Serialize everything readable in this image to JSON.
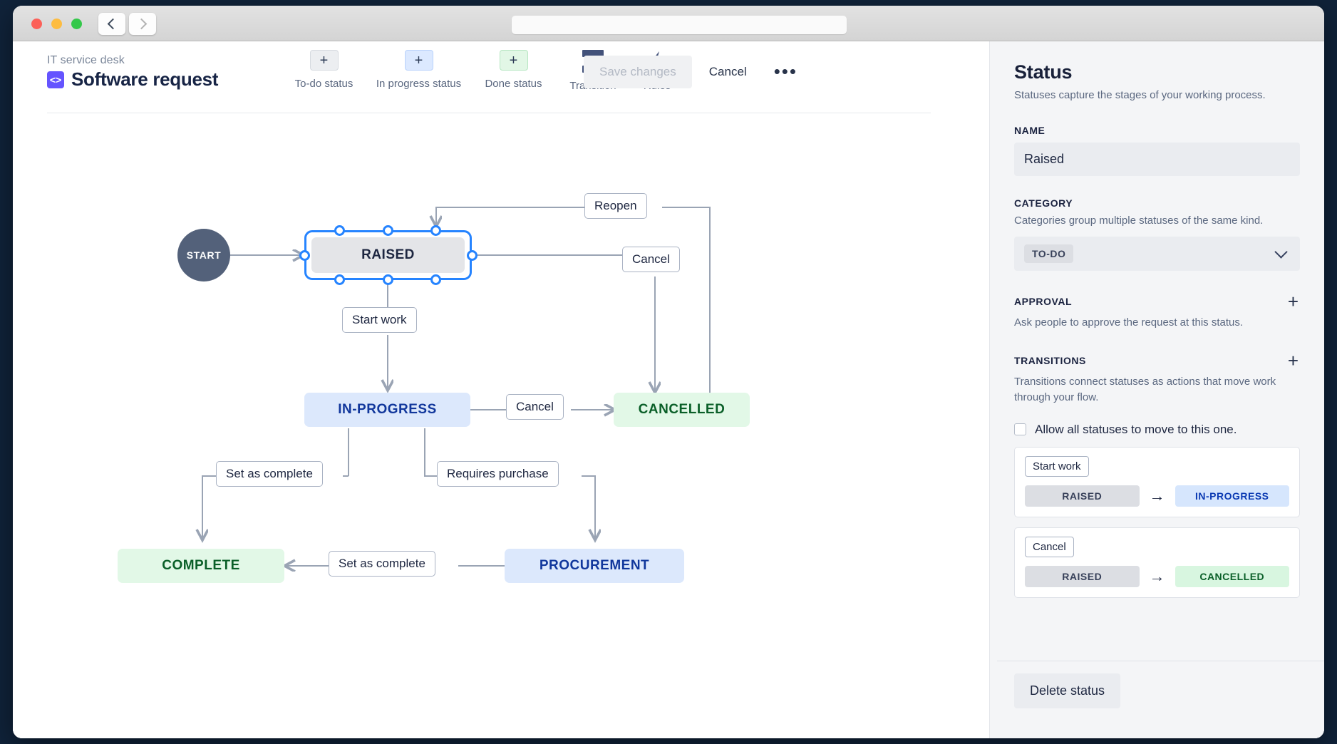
{
  "window": {
    "traffic_lights": [
      "close",
      "minimize",
      "zoom"
    ],
    "back_label": "Back",
    "forward_label": "Forward",
    "address_value": ""
  },
  "header": {
    "breadcrumb": "IT service desk",
    "title": "Software request",
    "project_icon": "code-icon",
    "tools": [
      {
        "label": "To-do status",
        "icon": "plus-icon",
        "variant": "todo"
      },
      {
        "label": "In progress status",
        "icon": "plus-icon",
        "variant": "prog"
      },
      {
        "label": "Done status",
        "icon": "plus-icon",
        "variant": "done"
      }
    ],
    "icon_tools": [
      {
        "label": "Transition",
        "icon": "transition-icon"
      },
      {
        "label": "Rules",
        "icon": "lightning-bolt-icon"
      }
    ],
    "save_label": "Save changes",
    "cancel_label": "Cancel",
    "more_label": "•••"
  },
  "flow": {
    "start_label": "START",
    "nodes": [
      {
        "id": "raised",
        "label": "RAISED",
        "variant": "todo",
        "selected": true
      },
      {
        "id": "in_progress",
        "label": "IN-PROGRESS",
        "variant": "prog",
        "selected": false
      },
      {
        "id": "cancelled",
        "label": "CANCELLED",
        "variant": "done",
        "selected": false
      },
      {
        "id": "complete",
        "label": "COMPLETE",
        "variant": "done",
        "selected": false
      },
      {
        "id": "procurement",
        "label": "PROCUREMENT",
        "variant": "prog",
        "selected": false
      }
    ],
    "edge_labels": [
      {
        "id": "reopen",
        "label": "Reopen"
      },
      {
        "id": "cancel_raised",
        "label": "Cancel"
      },
      {
        "id": "start_work",
        "label": "Start work"
      },
      {
        "id": "cancel_prog",
        "label": "Cancel"
      },
      {
        "id": "set_complete_1",
        "label": "Set as complete"
      },
      {
        "id": "requires_purchase",
        "label": "Requires purchase"
      },
      {
        "id": "set_complete_2",
        "label": "Set as complete"
      }
    ]
  },
  "panel": {
    "title": "Status",
    "subtitle": "Statuses capture the stages of your working process.",
    "name_label": "NAME",
    "name_value": "Raised",
    "category_label": "CATEGORY",
    "category_help": "Categories group multiple statuses of the same kind.",
    "category_value": "TO-DO",
    "approval_label": "APPROVAL",
    "approval_help": "Ask people to approve the request at this status.",
    "approval_add": "+",
    "transitions_label": "TRANSITIONS",
    "transitions_help": "Transitions connect statuses as actions that move work through your flow.",
    "transitions_add": "+",
    "allow_all_label": "Allow all statuses to move to this one.",
    "allow_all_checked": false,
    "transitions": [
      {
        "name": "Start work",
        "from": "RAISED",
        "from_variant": "todo",
        "to": "IN-PROGRESS",
        "to_variant": "prog",
        "arrow": "→"
      },
      {
        "name": "Cancel",
        "from": "RAISED",
        "from_variant": "todo",
        "to": "CANCELLED",
        "to_variant": "done",
        "arrow": "→"
      }
    ],
    "delete_label": "Delete status"
  },
  "colors": {
    "accent_blue": "#2684ff",
    "todo_bg": "#e4e5e8",
    "prog_bg": "#dce8fc",
    "done_bg": "#e2f8e7",
    "start_bg": "#53617a",
    "panel_bg": "#f4f5f7"
  }
}
